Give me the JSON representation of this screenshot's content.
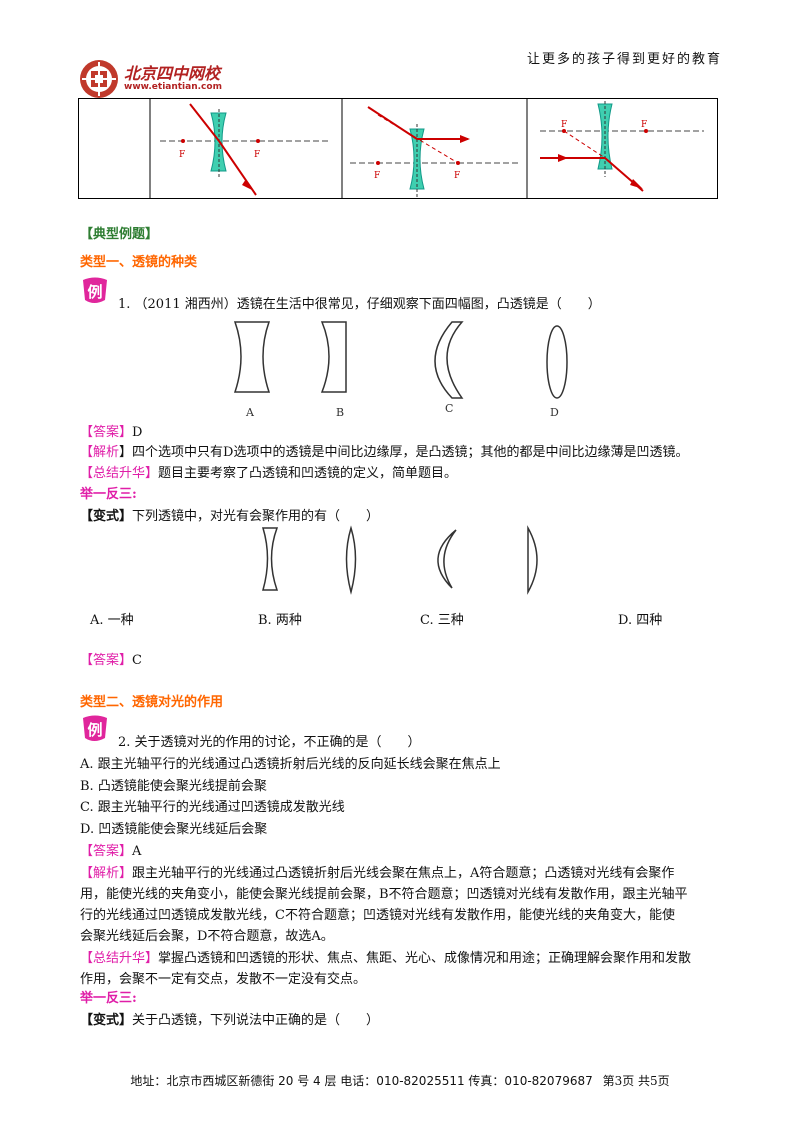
{
  "header": {
    "logo_name": "北京四中网校",
    "logo_url": "www.etiantian.com",
    "slogan": "让更多的孩子得到更好的教育"
  },
  "sections": {
    "typical": "【典型例题】",
    "type1": "类型一、透镜的种类",
    "type2": "类型二、透镜对光的作用"
  },
  "badge": "例",
  "q1": {
    "text": "1. （2011 湘西州）透镜在生活中很常见，仔细观察下面四幅图，凸透镜是（　　）",
    "labels": [
      "A",
      "B",
      "C",
      "D"
    ],
    "answer_tag": "【答案】",
    "answer": "D",
    "analysis_tag": "【解析",
    "analysis": "】四个选项中只有D选项中的透镜是中间比边缘厚，是凸透镜；其他的都是中间比边缘薄是凹透镜。",
    "summary_tag": "【总结升华】",
    "summary": "题目主要考察了凸透镜和凹透镜的定义，简单题目。"
  },
  "variant1": {
    "heading": "举一反三:",
    "tag": "【变式】",
    "text": "下列透镜中，对光有会聚作用的有（　　）",
    "options": [
      "A. 一种",
      "B. 两种",
      "C. 三种",
      "D. 四种"
    ],
    "answer_tag": "【答案】",
    "answer": "C"
  },
  "q2": {
    "text": "2. 关于透镜对光的作用的讨论，不正确的是（　　）",
    "options": [
      "A. 跟主光轴平行的光线通过凸透镜折射后光线的反向延长线会聚在焦点上",
      "B. 凸透镜能使会聚光线提前会聚",
      "C. 跟主光轴平行的光线通过凹透镜成发散光线",
      "D. 凹透镜能使会聚光线延后会聚"
    ],
    "answer_tag": "【答案】",
    "answer": "A",
    "analysis_tag": "【解析】",
    "analysis_lines": [
      "跟主光轴平行的光线通过凸透镜折射后光线会聚在焦点上，A符合题意；凸透镜对光线有会聚作",
      "用，能使光线的夹角变小，能使会聚光线提前会聚，B不符合题意；凹透镜对光线有发散作用，跟主光轴平",
      "行的光线通过凹透镜成发散光线，C不符合题意；凹透镜对光线有发散作用，能使光线的夹角变大，能使",
      "会聚光线延后会聚，D不符合题意，故选A。"
    ],
    "summary_tag": "【总结升华】",
    "summary_lines": [
      "掌握凸透镜和凹透镜的形状、焦点、焦距、光心、成像情况和用途；正确理解会聚作用和发散",
      "作用，会聚不一定有交点，发散不一定没有交点。"
    ]
  },
  "variant2": {
    "heading": "举一反三:",
    "tag": "【变式】",
    "text": "关于凸透镜，下列说法中正确的是（　　）"
  },
  "diagram_labels": {
    "focus": "F"
  },
  "footer": {
    "address": "地址：北京市西城区新德街 20 号 4 层  电话：010-82025511  传真：010-82079687",
    "page": "第3页  共5页"
  }
}
